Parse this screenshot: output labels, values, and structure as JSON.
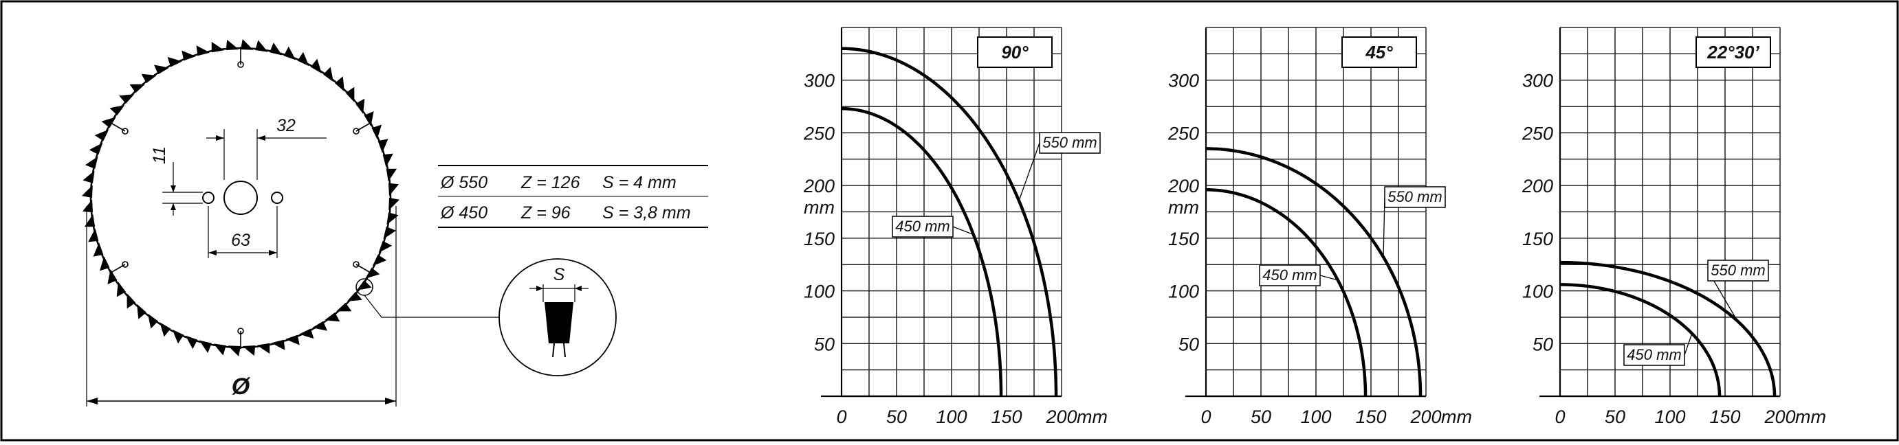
{
  "specs": {
    "rows": [
      {
        "diameter": "Ø 550",
        "teeth": "Z = 126",
        "kerf": "S = 4 mm"
      },
      {
        "diameter": "Ø 450",
        "teeth": "Z = 96",
        "kerf": "S = 3,8 mm"
      }
    ]
  },
  "blade": {
    "diameter_symbol": "Ø",
    "dim_bore": "32",
    "dim_pin": "11",
    "dim_spacing": "63",
    "kerf_symbol": "S"
  },
  "chart_data": [
    {
      "type": "line",
      "title": "90°",
      "ylabel": "mm",
      "xlabel": "mm",
      "xlim": [
        0,
        200
      ],
      "ylim": [
        0,
        350
      ],
      "x_ticks": [
        "0",
        "50",
        "100",
        "150",
        "200"
      ],
      "y_ticks": [
        "50",
        "100",
        "150",
        "200",
        "250",
        "300"
      ],
      "series": [
        {
          "name": "450 mm",
          "radius_x": 145,
          "radius_y": 273
        },
        {
          "name": "550 mm",
          "radius_x": 195,
          "radius_y": 330
        }
      ]
    },
    {
      "type": "line",
      "title": "45°",
      "ylabel": "mm",
      "xlabel": "mm",
      "xlim": [
        0,
        200
      ],
      "ylim": [
        0,
        350
      ],
      "x_ticks": [
        "0",
        "50",
        "100",
        "150",
        "200"
      ],
      "y_ticks": [
        "50",
        "100",
        "150",
        "200",
        "250",
        "300"
      ],
      "series": [
        {
          "name": "450 mm",
          "radius_x": 145,
          "radius_y": 196
        },
        {
          "name": "550 mm",
          "radius_x": 195,
          "radius_y": 235
        }
      ]
    },
    {
      "type": "line",
      "title": "22°30’",
      "ylabel": "",
      "xlabel": "mm",
      "xlim": [
        0,
        200
      ],
      "ylim": [
        0,
        350
      ],
      "x_ticks": [
        "0",
        "50",
        "100",
        "150",
        "200"
      ],
      "y_ticks": [
        "50",
        "100",
        "150",
        "200",
        "250",
        "300"
      ],
      "series": [
        {
          "name": "450 mm",
          "radius_x": 145,
          "radius_y": 106
        },
        {
          "name": "550 mm",
          "radius_x": 195,
          "radius_y": 127
        }
      ]
    }
  ]
}
